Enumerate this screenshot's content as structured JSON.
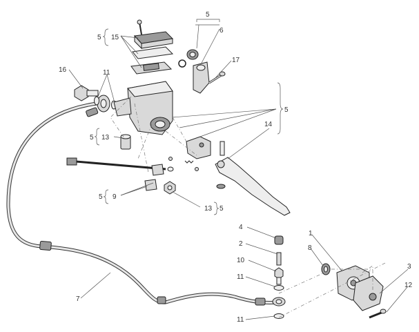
{
  "diagram": {
    "callouts": {
      "c1": "1",
      "c2": "2",
      "c3": "3",
      "c4": "4",
      "c5_top": "5",
      "c5_left_top": "5",
      "c5_right": "5",
      "c5_left_mid": "5",
      "c5_left_low": "5",
      "c5_low_right": "5",
      "c6": "6",
      "c7": "7",
      "c8": "8",
      "c9": "9",
      "c10": "10",
      "c11_top": "11",
      "c11_low": "11",
      "c11_bottom": "11",
      "c12": "12",
      "c13_mid": "13",
      "c13_low": "13",
      "c14": "14",
      "c15": "15",
      "c16": "16",
      "c17": "17"
    }
  }
}
